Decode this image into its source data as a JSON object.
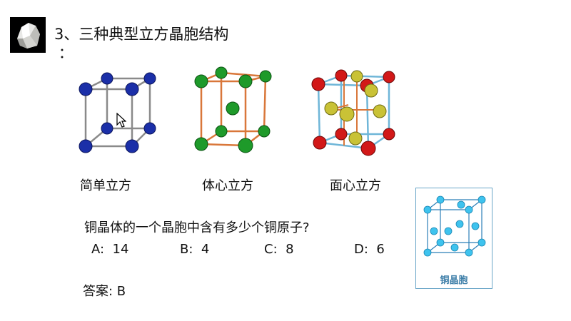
{
  "slide": {
    "title": "3、三种典型立方晶胞结构",
    "title_colon": "："
  },
  "structures": [
    {
      "label": "简单立方",
      "atom_color": "#1b2fa8"
    },
    {
      "label": "体心立方",
      "atom_color": "#1e9a2a",
      "frame_color": "#d9773a"
    },
    {
      "label": "面心立方",
      "corner_color": "#d21818",
      "face_color": "#c9c236",
      "frame_color": "#6fb6d8"
    }
  ],
  "question": {
    "text": "铜晶体的一个晶胞中含有多少个铜原子?",
    "options": [
      {
        "key": "A:",
        "value": "14"
      },
      {
        "key": "B:",
        "value": "4"
      },
      {
        "key": "C:",
        "value": "8"
      },
      {
        "key": "D:",
        "value": "6"
      }
    ],
    "answer": "答案:  B"
  },
  "copper_cell": {
    "label": "铜晶胞",
    "atom_color": "#3ec3ee",
    "frame_color": "#2a7fb8"
  }
}
